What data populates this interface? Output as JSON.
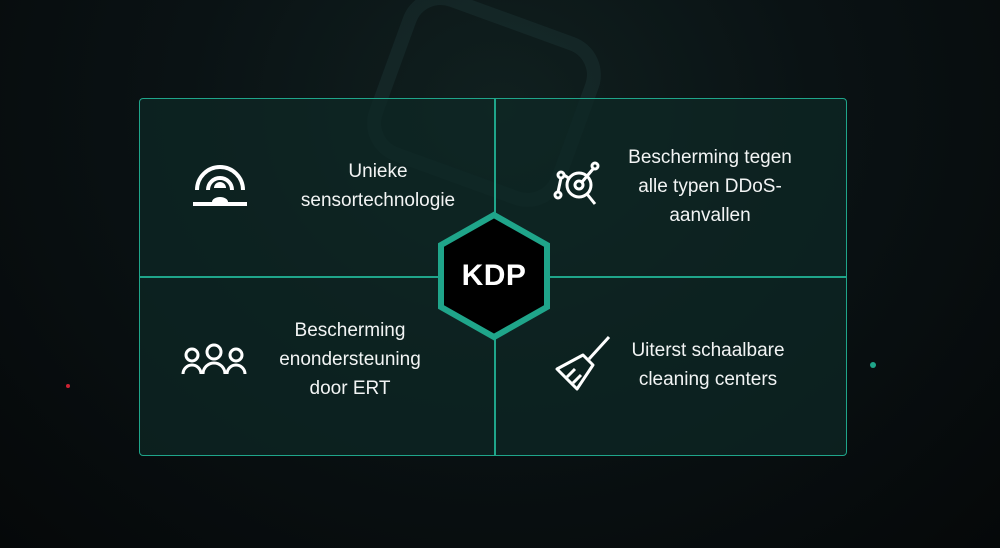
{
  "center": {
    "label": "KDP"
  },
  "cells": [
    {
      "icon": "sensor-icon",
      "lines": [
        "Unieke",
        "sensortechnologie"
      ]
    },
    {
      "icon": "ddos-search-icon",
      "lines": [
        "Bescherming tegen",
        "alle typen DDoS-",
        "aanvallen"
      ]
    },
    {
      "icon": "team-icon",
      "lines": [
        "Bescherming",
        "enondersteuning",
        "door ERT"
      ]
    },
    {
      "icon": "broom-icon",
      "lines": [
        "Uiterst schaalbare",
        "cleaning centers"
      ]
    }
  ],
  "colors": {
    "accent": "#1fa58a",
    "panel": "#0e2826",
    "hex_fill": "#000000"
  }
}
